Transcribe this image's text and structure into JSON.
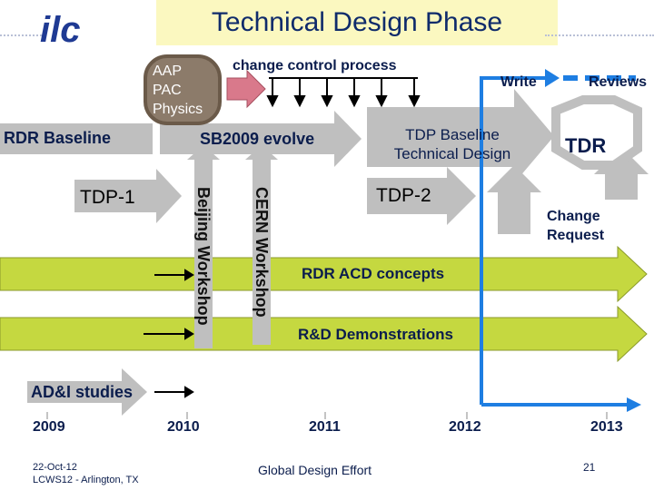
{
  "title": "Technical Design Phase",
  "logo_text": "ilc",
  "bubble_lines": [
    "AAP",
    "PAC",
    "Physics"
  ],
  "change_control": "change control process",
  "rdr_baseline": "RDR Baseline",
  "sb2009": "SB2009 evolve",
  "tdp_baseline_lines": [
    "TDP Baseline",
    "Technical Design"
  ],
  "write": "Write",
  "reviews": "Reviews",
  "tdr": "TDR",
  "tdp1": "TDP-1",
  "tdp2": "TDP-2",
  "beijing": "Beijing Workshop",
  "cern": "CERN Workshop",
  "change_request_lines": [
    "Change",
    "Request"
  ],
  "rdr_acd": "RDR ACD concepts",
  "rd_demo": "R&D Demonstrations",
  "adi": "AD&I studies",
  "years": [
    "2009",
    "2010",
    "2011",
    "2012",
    "2013"
  ],
  "footer_date": "22-Oct-12",
  "footer_event": "LCWS12 - Arlington, TX",
  "footer_center": "Global Design Effort",
  "page_number": "21",
  "colors": {
    "title_bg": "#fbf8c0",
    "title_text": "#0f2b6b",
    "grey_arrow": "#bfbfbf",
    "green_arrow": "#c5d840",
    "blue_path": "#1e7ee2",
    "bubble": "#8c7b6a",
    "pink_arrow": "#d9798b"
  }
}
